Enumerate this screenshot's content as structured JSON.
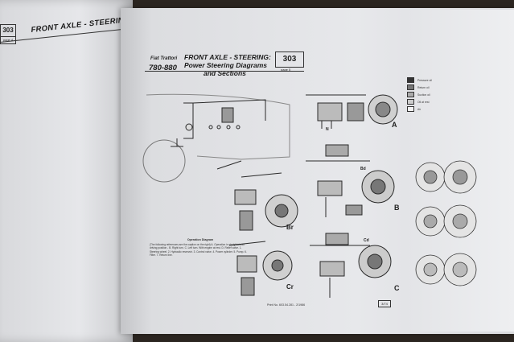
{
  "left_page": {
    "section_box": "303",
    "section_sub": "page 4",
    "title": "FRONT AXLE - STEERING"
  },
  "right_page": {
    "brand": "Fiat Trattori",
    "models": "780-880",
    "title_line1": "FRONT AXLE - STEERING:",
    "title_line2": "Power Steering Diagrams",
    "title_line3": "and Sections",
    "section_box": "303",
    "page_label": "page 5",
    "caption_title": "Operation Diagram",
    "caption_body": "(The following references are the caption on the right)  A. Operation in straightahead driving position - B. Right turn. C. Left turn. With engine at rest. D. Relief valve. 1. Steering wheel. 2. Hydraulic reservoir. 3. Control valve. 4. Power cylinder. 5. Pump. 6. Filter. 7. Return line.",
    "footer_text": "Print No. 603.54.281 - 2/1986",
    "footer_box": "3/74"
  },
  "diagram_labels": {
    "panel_a": "A",
    "panel_b": "B",
    "panel_c": "C",
    "panel_br": "Br",
    "panel_cr": "Cr",
    "panel_bd": "Bd",
    "panel_cd": "Cd",
    "point_n": "N"
  },
  "legend": [
    {
      "label": "Pressure oil",
      "swatch": "#333333"
    },
    {
      "label": "Return oil",
      "swatch": "#777777"
    },
    {
      "label": "Suction oil",
      "swatch": "#aaaaaa"
    },
    {
      "label": "Oil at rest",
      "swatch": "#cccccc"
    },
    {
      "label": "Air",
      "swatch": "#f2f2f2"
    }
  ]
}
